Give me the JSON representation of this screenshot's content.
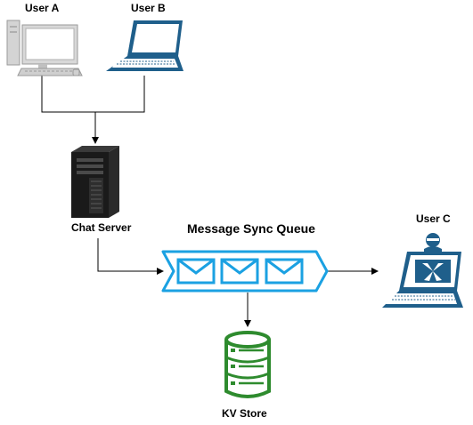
{
  "nodes": {
    "user_a": {
      "label": "User A",
      "icon": "desktop-computer-icon"
    },
    "user_b": {
      "label": "User B",
      "icon": "laptop-icon"
    },
    "chat_server": {
      "label": "Chat Server",
      "icon": "server-tower-icon"
    },
    "queue": {
      "label": "Message Sync Queue",
      "icon": "message-queue-icon"
    },
    "user_c": {
      "label": "User C",
      "icon": "laptop-user-icon"
    },
    "kv_store": {
      "label": "KV Store",
      "icon": "database-icon"
    }
  },
  "edges": [
    {
      "from": "user_a",
      "to": "chat_server"
    },
    {
      "from": "user_b",
      "to": "chat_server"
    },
    {
      "from": "chat_server",
      "to": "queue"
    },
    {
      "from": "queue",
      "to": "user_c"
    },
    {
      "from": "queue",
      "to": "kv_store"
    }
  ],
  "colors": {
    "laptop_blue": "#1f5f8b",
    "queue_cyan": "#1ba1e2",
    "database_green": "#2e8b2e",
    "server_dark": "#1a1a1a",
    "computer_grey": "#b0b0b0"
  }
}
